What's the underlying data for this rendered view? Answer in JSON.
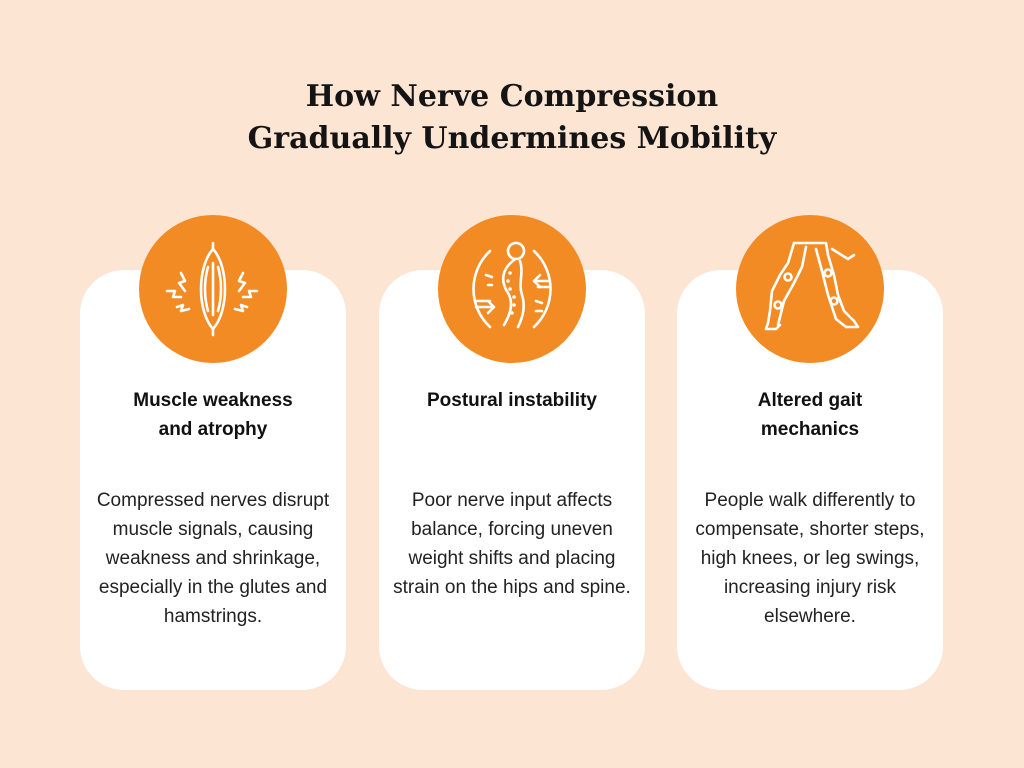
{
  "title": {
    "line1": "How Nerve Compression",
    "line2": "Gradually Undermines Mobility"
  },
  "cards": [
    {
      "icon": "muscle-nerve-icon",
      "heading": "Muscle weakness and atrophy",
      "body": "Compressed nerves disrupt muscle signals, causing weakness and shrinkage, especially in the glutes and hamstrings."
    },
    {
      "icon": "spine-posture-icon",
      "heading": "Postural instability",
      "body": "Poor nerve input affects balance, forcing uneven weight shifts and placing strain on the hips and spine."
    },
    {
      "icon": "legs-gait-icon",
      "heading": "Altered gait mechanics",
      "body": "People walk differently to compensate, shorter steps, high knees, or leg swings, increasing injury risk elsewhere."
    }
  ],
  "colors": {
    "background": "#fde5d4",
    "accent": "#f38b25",
    "card": "#ffffff",
    "text": "#141414"
  }
}
